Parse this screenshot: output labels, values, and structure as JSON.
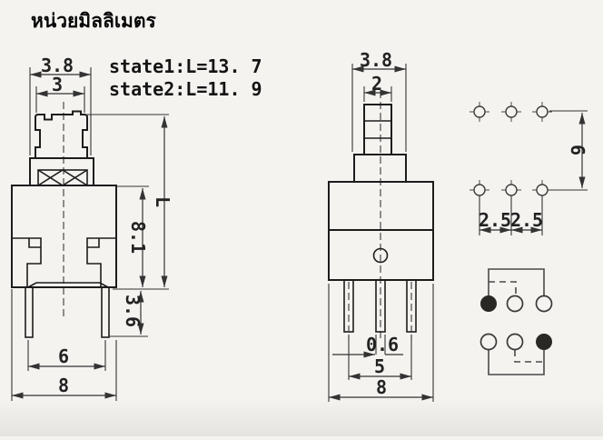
{
  "title": "หน่วยมิลลิเมตร",
  "notes": {
    "state1": "state1:L=13. 7",
    "state2": "state2:L=11. 9"
  },
  "side_view": {
    "cap_width": "3.8",
    "cap_top_width": "3",
    "height_label": "L",
    "body_height": "8.1",
    "pin_length": "3.6",
    "pin_spacing": "6",
    "body_width": "8"
  },
  "front_view": {
    "bushing_width": "3.8",
    "plunger_width": "2",
    "pin_width": "0.6",
    "pin_span": "5",
    "body_width": "8"
  },
  "footprint": {
    "row_spacing": "6",
    "col_spacing_a": "2.5",
    "col_spacing_b": "2.5"
  },
  "colors": {
    "background": "#f4f3f0",
    "outline": "#1d1d1d",
    "dimension": "#333333",
    "filled_node": "#2a2825"
  }
}
